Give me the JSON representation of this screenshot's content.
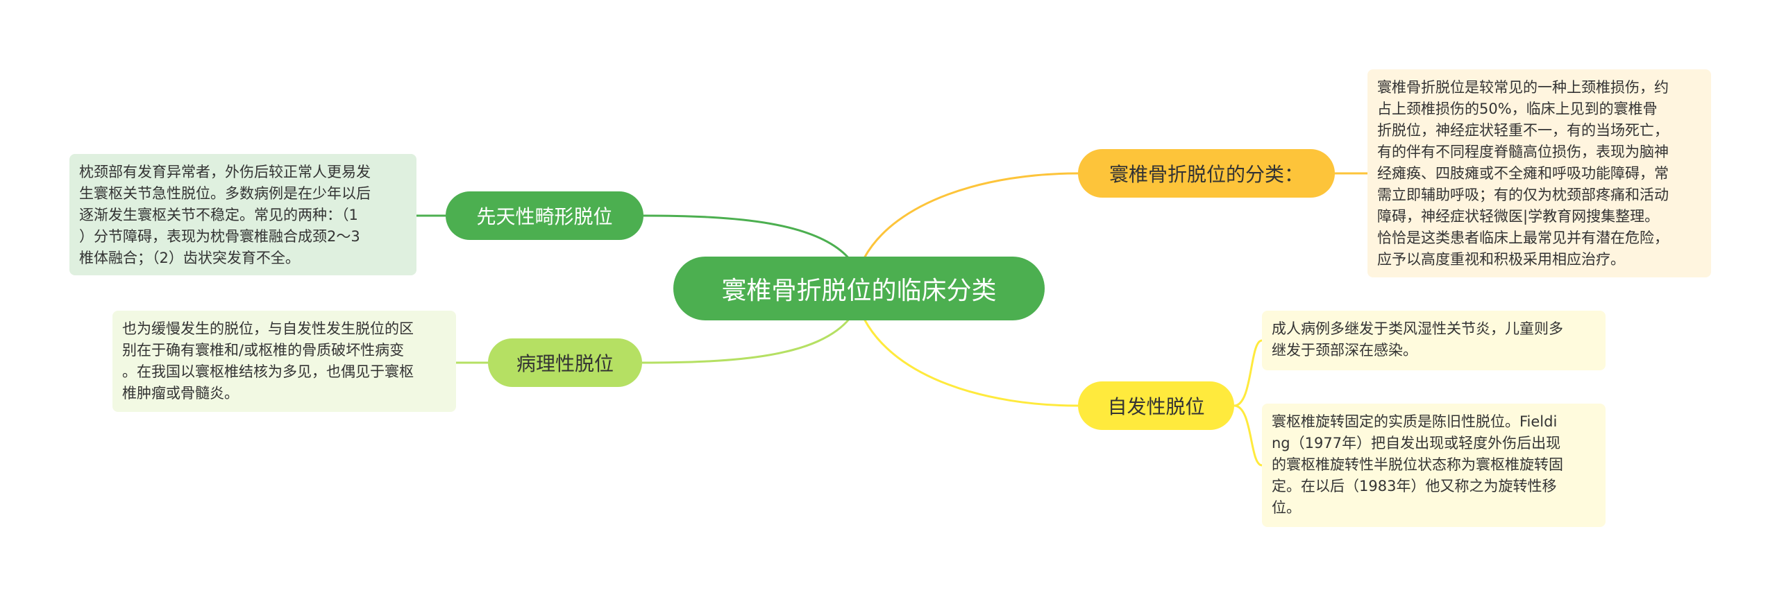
{
  "center": {
    "title": "寰椎骨折脱位的临床分类"
  },
  "branches": {
    "congenital": {
      "label": "先天性畸形脱位",
      "text": "枕颈部有发育异常者，外伤后较正常人更易发\n生寰枢关节急性脱位。多数病例是在少年以后\n逐渐发生寰枢关节不稳定。常见的两种：（1\n）分节障碍，表现为枕骨寰椎融合成颈2～3\n椎体融合；（2）齿状突发育不全。"
    },
    "pathological": {
      "label": "病理性脱位",
      "text": "也为缓慢发生的脱位，与自发性发生脱位的区\n别在于确有寰椎和/或枢椎的骨质破坏性病变\n。在我国以寰枢椎结核为多见，也偶见于寰枢\n椎肿瘤或骨髓炎。"
    },
    "classification": {
      "label": "寰椎骨折脱位的分类：",
      "text": "寰椎骨折脱位是较常见的一种上颈椎损伤，约\n占上颈椎损伤的50%，临床上见到的寰椎骨\n折脱位，神经症状轻重不一，有的当场死亡，\n有的伴有不同程度脊髓高位损伤，表现为脑神\n经瘫痪、四肢瘫或不全瘫和呼吸功能障碍，常\n需立即辅助呼吸；有的仅为枕颈部疼痛和活动\n障碍，神经症状轻微医|学教育网搜集整理。\n恰恰是这类患者临床上最常见并有潜在危险，\n应予以高度重视和积极采用相应治疗。"
    },
    "spontaneous": {
      "label": "自发性脱位",
      "text1": "成人病例多继发于类风湿性关节炎，儿童则多\n继发于颈部深在感染。",
      "text2": "寰枢椎旋转固定的实质是陈旧性脱位。Fieldi\nng（1977年）把自发出现或轻度外伤后出现\n的寰枢椎旋转性半脱位状态称为寰枢椎旋转固\n定。在以后（1983年）他又称之为旋转性移\n位。"
    }
  },
  "colors": {
    "center": "#4caf50",
    "congenital": "#4caf50",
    "pathological": "#b5e063",
    "classification": "#fdc43a",
    "spontaneous": "#ffea3d"
  }
}
